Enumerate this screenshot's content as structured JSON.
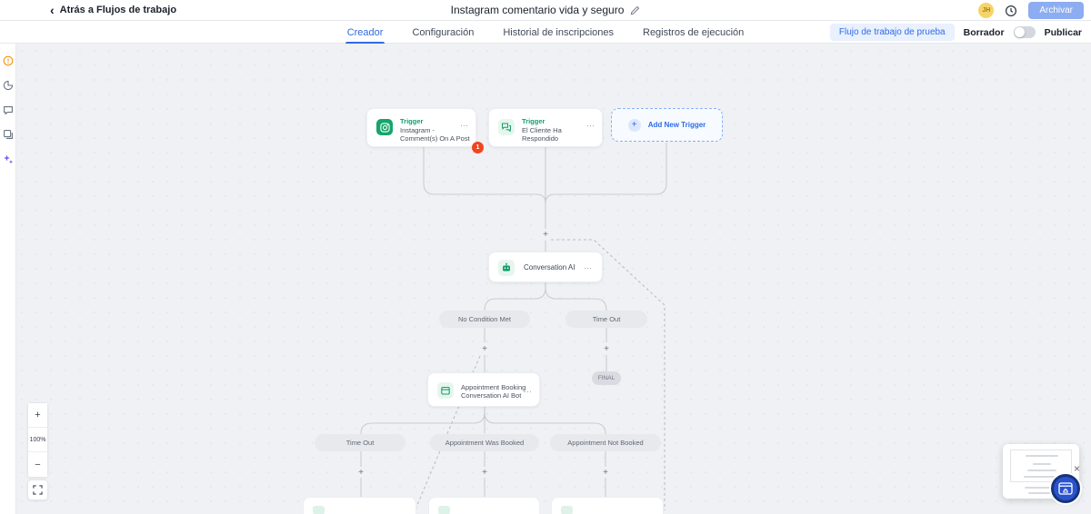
{
  "header": {
    "back_label": "Atrás a Flujos de trabajo",
    "title": "Instagram comentario vida y seguro",
    "avatar_initials": "JH",
    "archive_label": "Archivar"
  },
  "tabs": {
    "items": [
      {
        "label": "Creador"
      },
      {
        "label": "Configuración"
      },
      {
        "label": "Historial de inscripciones"
      },
      {
        "label": "Registros de ejecución"
      }
    ],
    "test_workflow_label": "Flujo de trabajo de prueba",
    "draft_label": "Borrador",
    "publish_label": "Publicar"
  },
  "canvas": {
    "trigger1": {
      "tag": "Trigger",
      "title": "Instagram - Comment(s) On A Post",
      "error_count": "1"
    },
    "trigger2": {
      "tag": "Trigger",
      "title": "El Cliente Ha Respondido"
    },
    "add_new_trigger_label": "Add New Trigger",
    "conversation_ai_label": "Conversation AI",
    "appointment_node_title": "Appointment Booking Conversation AI Bot",
    "branch_row1": [
      "No Condition Met",
      "Time Out"
    ],
    "final_label": "FINAL",
    "branch_row2": [
      "Time Out",
      "Appointment Was Booked",
      "Appointment Not Booked"
    ],
    "plus_symbol": "+",
    "ellipsis": "⋯"
  },
  "zoom_controls": {
    "zoom_in": "+",
    "level": "100%",
    "zoom_out": "−"
  },
  "widget": {
    "close": "×"
  },
  "colors": {
    "accent_blue": "#2e6be6",
    "green": "#12a06b",
    "error": "#f0461f"
  }
}
